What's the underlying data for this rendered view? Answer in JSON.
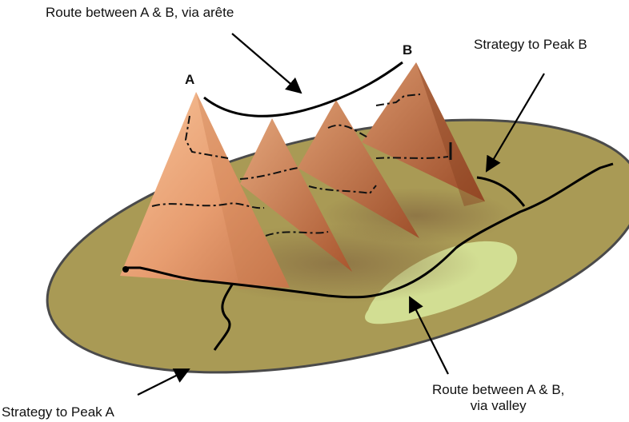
{
  "labels": {
    "route_arete": "Route between A & B, via arête",
    "strategy_peak_b": "Strategy to Peak B",
    "strategy_peak_a": "Strategy to Peak A",
    "route_valley_line1": "Route between A & B,",
    "route_valley_line2": "via valley",
    "peak_a": "A",
    "peak_b": "B"
  },
  "colors": {
    "ground": "#a99a55",
    "ground_rim": "#4a4a4a",
    "valley_patch": "#d6e59a",
    "peak_light": "#f2b48a",
    "peak_dark": "#a9562e",
    "route_line": "#000000"
  }
}
